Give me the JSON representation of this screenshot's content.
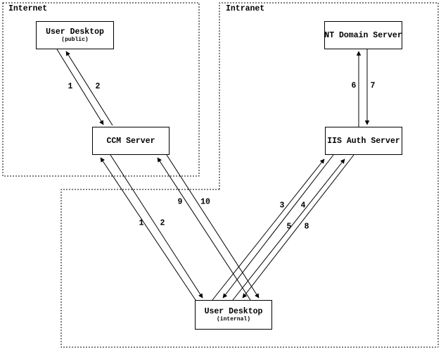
{
  "regions": {
    "internet": {
      "label": "Internet"
    },
    "intranet": {
      "label": "Intranet"
    }
  },
  "nodes": [
    {
      "id": "user-desktop-public",
      "title": "User Desktop",
      "subtitle": "(public)",
      "region": "internet"
    },
    {
      "id": "nt-domain-server",
      "title": "NT Domain Server",
      "region": "intranet"
    },
    {
      "id": "ccm-server",
      "title": "CCM Server",
      "region": "internet"
    },
    {
      "id": "iis-auth-server",
      "title": "IIS Auth Server",
      "region": "intranet"
    },
    {
      "id": "user-desktop-internal",
      "title": "User Desktop",
      "subtitle": "(internal)"
    }
  ],
  "arrows": [
    {
      "label": "1",
      "from": "user-desktop-public",
      "to": "ccm-server"
    },
    {
      "label": "2",
      "from": "ccm-server",
      "to": "user-desktop-public"
    },
    {
      "label": "1",
      "from": "user-desktop-internal",
      "to": "ccm-server"
    },
    {
      "label": "2",
      "from": "ccm-server",
      "to": "user-desktop-internal"
    },
    {
      "label": "9",
      "from": "user-desktop-internal",
      "to": "ccm-server"
    },
    {
      "label": "10",
      "from": "ccm-server",
      "to": "user-desktop-internal"
    },
    {
      "label": "3",
      "from": "user-desktop-internal",
      "to": "iis-auth-server"
    },
    {
      "label": "4",
      "from": "iis-auth-server",
      "to": "user-desktop-internal"
    },
    {
      "label": "5",
      "from": "user-desktop-internal",
      "to": "iis-auth-server"
    },
    {
      "label": "8",
      "from": "iis-auth-server",
      "to": "user-desktop-internal"
    },
    {
      "label": "6",
      "from": "iis-auth-server",
      "to": "nt-domain-server"
    },
    {
      "label": "7",
      "from": "nt-domain-server",
      "to": "iis-auth-server"
    }
  ],
  "colors": {
    "line": "#000000",
    "background": "#ffffff"
  }
}
